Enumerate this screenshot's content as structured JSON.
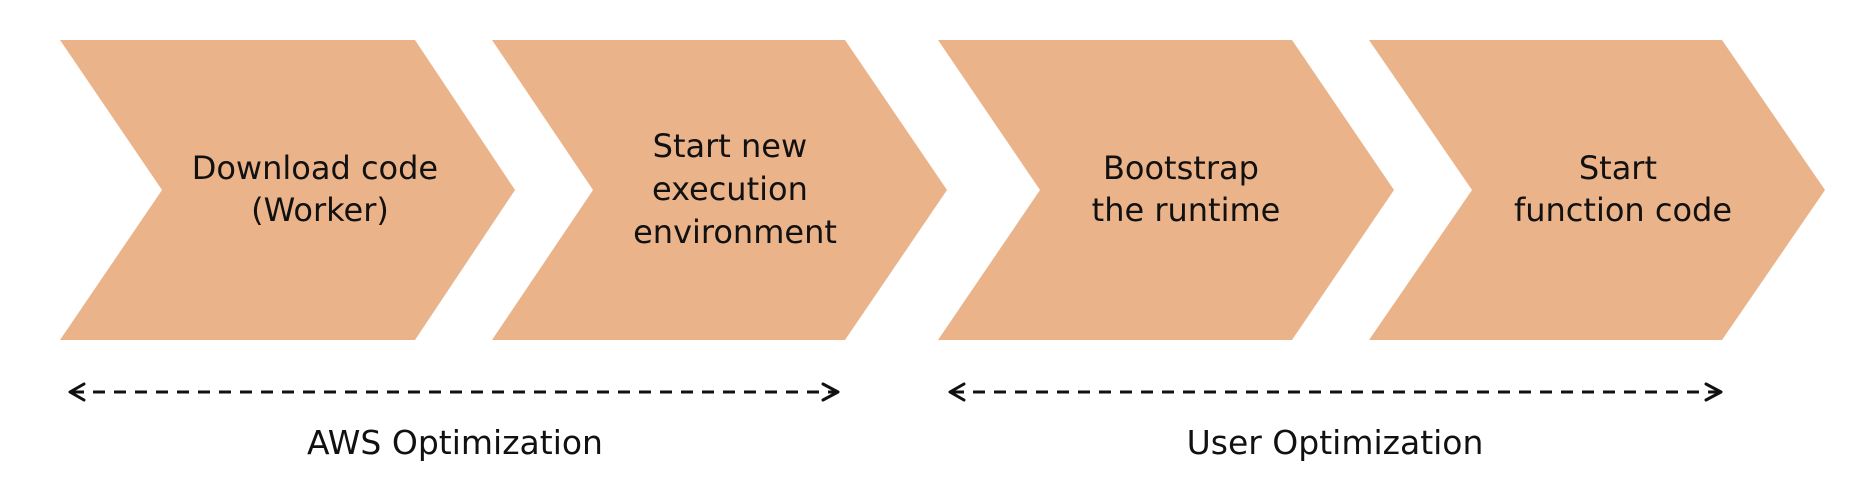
{
  "diagram": {
    "steps": [
      {
        "lines": [
          "Download code",
          "(Worker)"
        ]
      },
      {
        "lines": [
          "Start new",
          "execution",
          "environment"
        ]
      },
      {
        "lines": [
          "Bootstrap",
          "the runtime"
        ]
      },
      {
        "lines": [
          "Start",
          "function code"
        ]
      }
    ],
    "phases": [
      {
        "label": "AWS Optimization",
        "spans_steps": [
          1,
          2
        ]
      },
      {
        "label": "User Optimization",
        "spans_steps": [
          3,
          4
        ]
      }
    ],
    "colors": {
      "step_fill": "#EAB38A",
      "text": "#111111",
      "arrow": "#111111"
    }
  }
}
